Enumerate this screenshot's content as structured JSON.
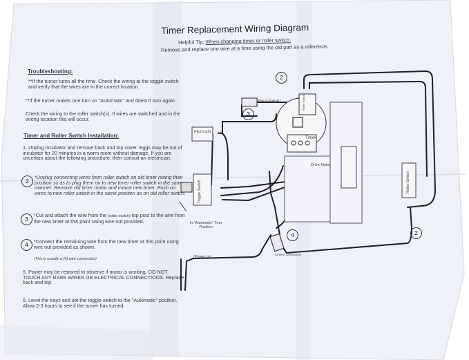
{
  "title": "Timer Replacement Wiring Diagram",
  "helpful_tip": {
    "prefix": "Helpful Tip:",
    "emphasis": "When changing timer or roller switch:",
    "body": "Remove and replace one wire at a time using the old part as a reference."
  },
  "troubleshooting": {
    "heading": "Troubleshooting:",
    "item1": "**If the turner turns all the time.  Check the wiring at the toggle switch and verify that the wires are in the correct location.",
    "item2": "**If the turner makes one turn on \"Automatic\" and doesn't turn again.",
    "item2b": "Check the wiring to the roller switch(s).  If wires are switched and in the wrong location this will occur."
  },
  "installation": {
    "heading": "Timer and Roller Switch Installation:",
    "step1": "1.  Unplug incubator and remove back and top cover.  Eggs may be out of incubator for 20 minutes in a warm room without damage.  If you are uncertain about the following procedure, then consult an electrician.",
    "step2_num": "2",
    "step2": "*Unplug connecting wires from roller switch on old timer noting their position so as to plug them on to new timer roller switch in the same manner.  Remove old timer motor and mount new timer.  Push on wires to new roller switch in the same position as on old roller switch.",
    "step3_num": "3",
    "step3_a": "*Cut and attach the wire from the ",
    "step3_small": "(roller switch)",
    "step3_b": " top post  to the wire from the new timer at this point using wire nut provided.",
    "step4_num": "4",
    "step4": "*Connect the remaining wire from the new timer at this point using wire nut provided as shown.",
    "step4_note": "(This is usually a (4) wire connection)",
    "step5": "5.  Power may be restored to observe if motor is working. DO NOT TOUCH ANY BARE WIRES OR ELECTRICAL CONNECTIONS.  Replace back and top.",
    "step6": "6.  Level the trays and set the toggle switch to the \"Automatic\" position.  Allow 2-3 hours to see if the turner has turned."
  },
  "diagram": {
    "labels": {
      "pilot_light": "Pilot Light",
      "toggle_switch": "Toggle Switch",
      "automatic": "In \"Automatic\" Turn Position",
      "timer": "Timer",
      "drive_motor": "Drive Motor",
      "roller_switch": "Roller Switch",
      "wire_connector_top": "(Wire Connector)",
      "wire_connector_bottom": "(4 Wire Connector)",
      "power_in": "(Power In)",
      "timer_switch": "Roller Switch"
    },
    "callouts": [
      "2",
      "3",
      "4",
      "2"
    ]
  }
}
